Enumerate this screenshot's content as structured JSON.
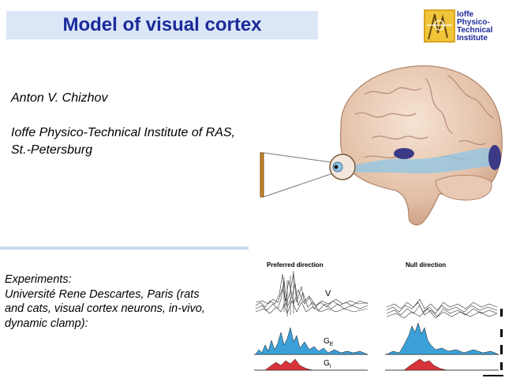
{
  "slide": {
    "title": "Model of visual cortex",
    "author": "Anton V. Chizhov",
    "affiliation_line1": "Ioffe Physico-Technical Institute of RAS,",
    "affiliation_line2": "St.-Petersburg",
    "experiments_line1": "Experiments:",
    "experiments_line2": "Université Rene Descartes, Paris (rats",
    "experiments_line3": "and cats, visual cortex neurons, in-vivo,",
    "experiments_line4": "dynamic clamp):"
  },
  "logo": {
    "line1": "Ioffe",
    "line2": "Physico-",
    "line3": "Technical",
    "line4": "Institute"
  },
  "figure": {
    "preferred_label": "Preferred direction",
    "null_label": "Null direction",
    "v_label": "V",
    "ge_label": "G",
    "ge_sub": "E",
    "gi_label": "G",
    "gi_sub": "I"
  },
  "colors": {
    "title_text": "#1a2a9a",
    "title_bg": "#dbe6f7",
    "excitatory": "#3ba0d8",
    "inhibitory": "#d8333a",
    "visual_pathway": "#8ec5e6"
  }
}
